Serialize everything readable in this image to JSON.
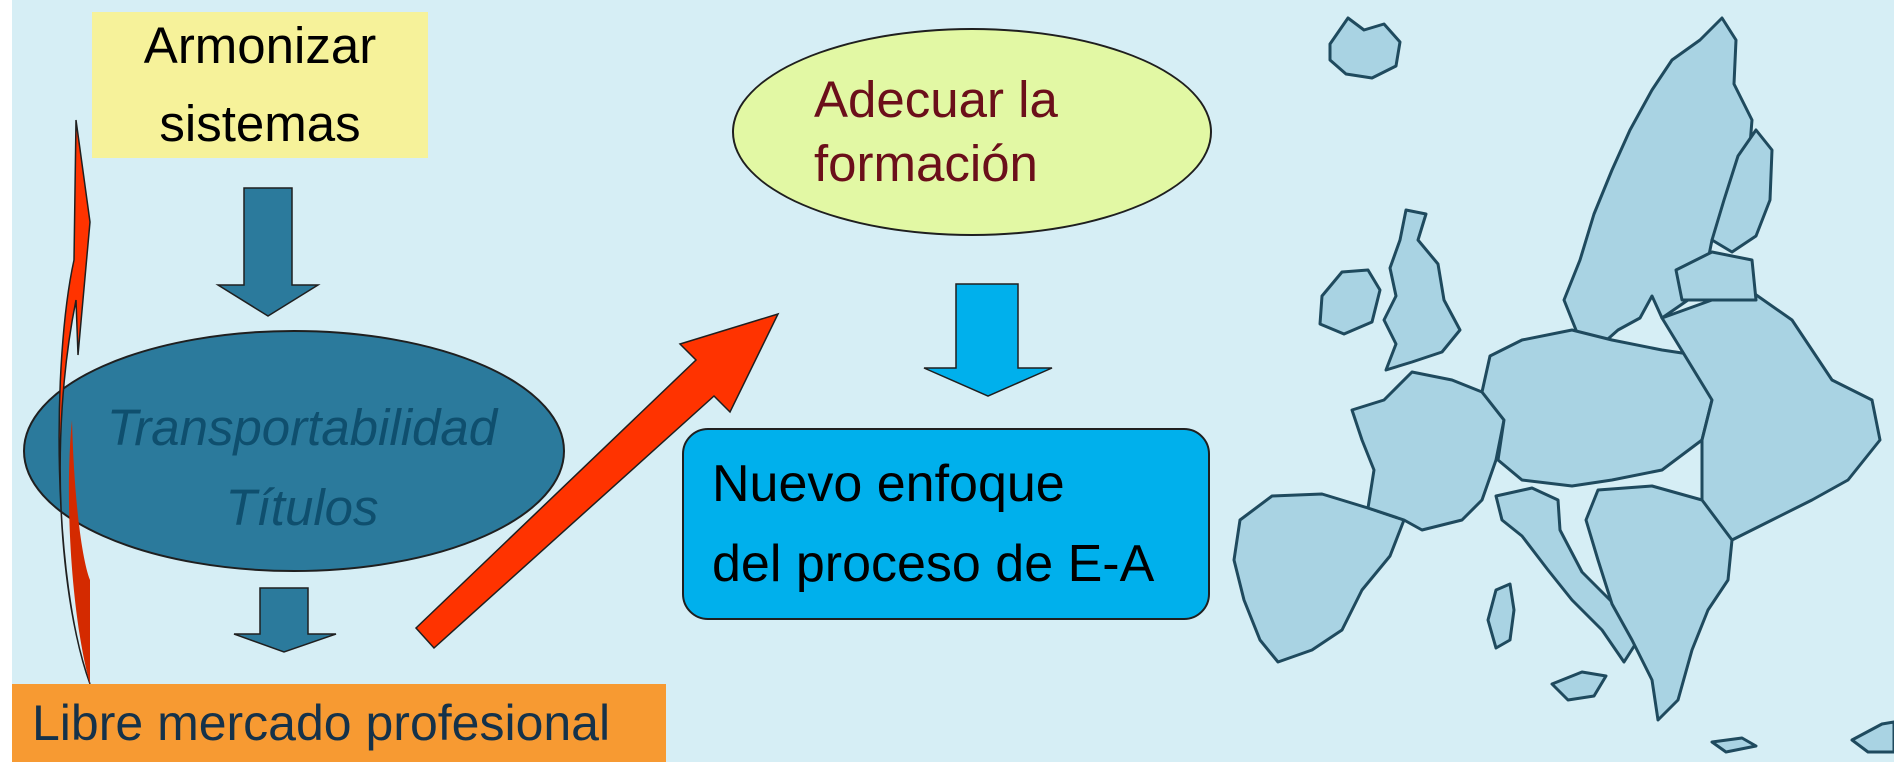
{
  "diagram": {
    "armonizar": {
      "line1": "Armonizar",
      "line2": "sistemas"
    },
    "transportabilidad": {
      "line1": "Transportabilidad",
      "line2": "Títulos"
    },
    "libre_mercado": {
      "label": "Libre mercado profesional"
    },
    "adecuar": {
      "line1": "Adecuar la",
      "line2": "formación"
    },
    "nuevo_enfoque": {
      "line1": "Nuevo enfoque",
      "line2": "del proceso de E-A"
    }
  },
  "colors": {
    "background": "#d6eef5",
    "armonizar_fill": "#f6f29a",
    "ellipse_fill": "#2b7a9c",
    "libre_fill": "#f79a32",
    "adecuar_fill": "#e2f8a4",
    "nuevo_fill": "#00b0ec",
    "dark_arrow": "#2b7a9c",
    "light_arrow": "#00b0ec",
    "red_arrow": "#ff3300",
    "map_fill": "#a9d3e3",
    "map_stroke": "#1f4a5e"
  },
  "icons": {
    "map": "europe-map-icon"
  }
}
